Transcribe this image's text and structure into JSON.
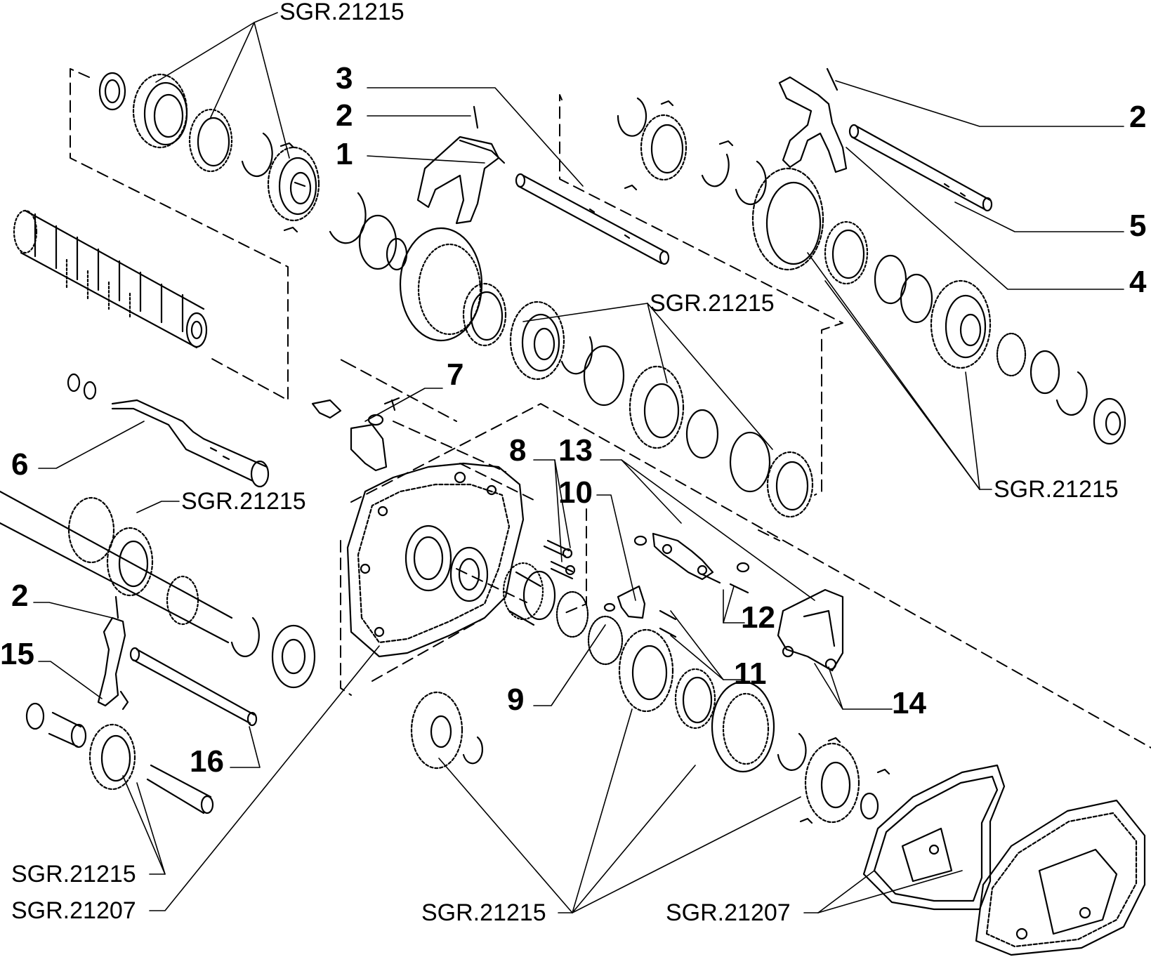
{
  "colors": {
    "line": "#000000",
    "background": "#ffffff"
  },
  "labels": {
    "n1": "1",
    "n2a": "2",
    "n2b": "2",
    "n2c": "2",
    "n3": "3",
    "n4": "4",
    "n5": "5",
    "n6": "6",
    "n7": "7",
    "n8": "8",
    "n9": "9",
    "n10": "10",
    "n11": "11",
    "n12": "12",
    "n13": "13",
    "n14": "14",
    "n15": "15",
    "n16": "16"
  },
  "refs": {
    "top": "SGR.21215",
    "mid": "SGR.21215",
    "right": "SGR.21215",
    "left": "SGR.21215",
    "bottom_left": "SGR.21215",
    "bottom_left_housing": "SGR.21207",
    "bottom_center": "SGR.21215",
    "bottom_right": "SGR.21207"
  }
}
